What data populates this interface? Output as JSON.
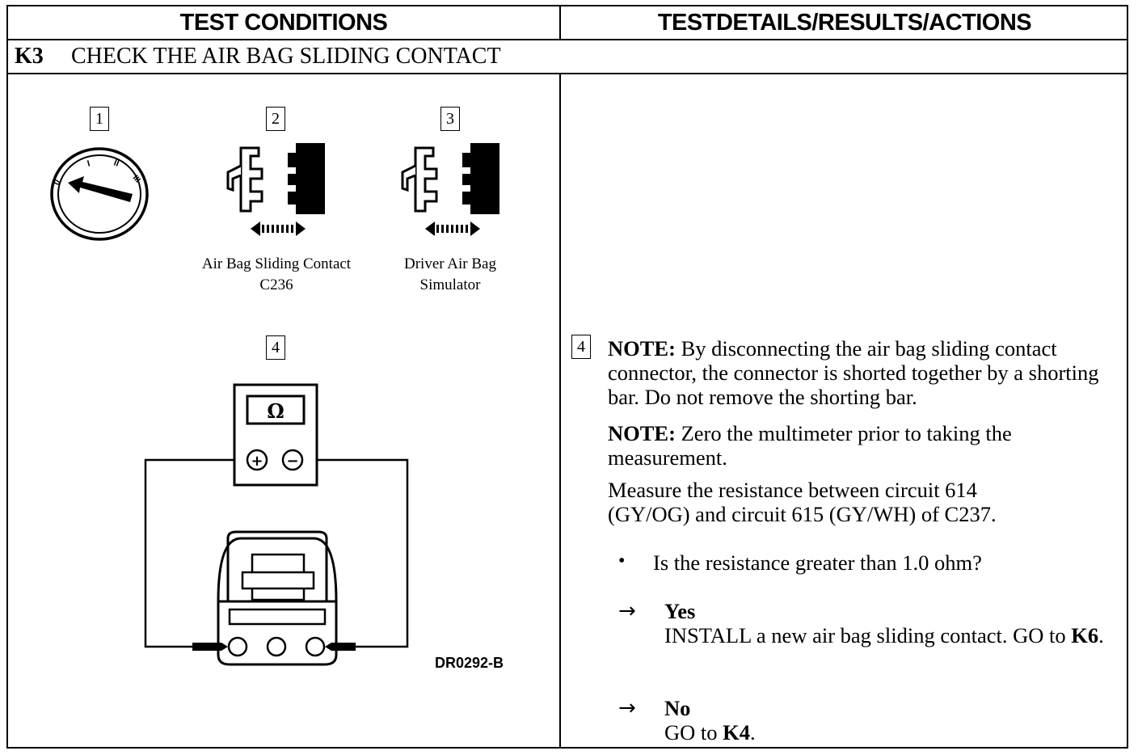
{
  "header": {
    "left": "TEST CONDITIONS",
    "right": "TESTDETAILS/RESULTS/ACTIONS"
  },
  "section": {
    "code": "K3",
    "title": "CHECK THE AIR BAG SLIDING CONTACT"
  },
  "figures": {
    "step1": "1",
    "step2": "2",
    "step3": "3",
    "step4": "4",
    "ignition_marks": [
      "0",
      "I",
      "II",
      "III"
    ],
    "caption2_line1": "Air Bag Sliding Contact",
    "caption2_line2": "C236",
    "caption3_line1": "Driver Air Bag",
    "caption3_line2": "Simulator",
    "meter_symbol": "Ω",
    "meter_plus": "+",
    "meter_minus": "−",
    "figure_id": "DR0292-B"
  },
  "details": {
    "step": "4",
    "note1_label": "NOTE:",
    "note1_text": " By disconnecting the air bag sliding contact connector, the connector is shorted together by a shorting bar. Do not remove the shorting bar.",
    "note2_label": "NOTE:",
    "note2_text": " Zero the multimeter prior to taking the measurement.",
    "measure_text": "Measure the resistance between circuit 614 (GY/OG) and circuit 615 (GY/WH) of C237.",
    "bullet": "•",
    "question": "Is the resistance greater than 1.0 ohm?",
    "arrow": "→",
    "yes_label": "Yes",
    "yes_text": "INSTALL a new air bag sliding contact. GO to ",
    "yes_target": "K6",
    "yes_end": ".",
    "no_label": "No",
    "no_text": "GO to ",
    "no_target": "K4",
    "no_end": "."
  }
}
